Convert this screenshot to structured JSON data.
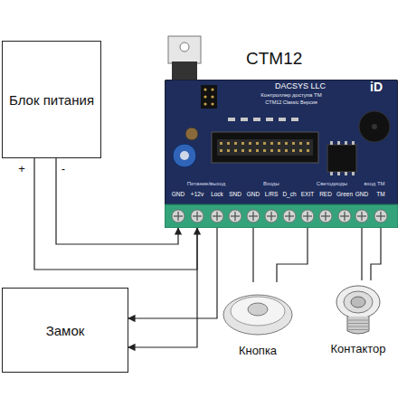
{
  "diagram": {
    "nodes": [
      {
        "text": [
          "Блок питания"
        ]
      },
      {
        "text": [
          "CTM12"
        ]
      },
      {
        "text": [
          "Замок"
        ]
      },
      {
        "text": [
          "Кнопка"
        ]
      },
      {
        "text": [
          "Контактор"
        ]
      }
    ],
    "edges": [
      {
        "from": 0,
        "to": 1,
        "arrow": "to"
      },
      {
        "from": 0,
        "to": 1,
        "arrow": "to"
      },
      {
        "from": 1,
        "to": 2,
        "arrow": "to"
      },
      {
        "from": 1,
        "to": 2,
        "arrow": "to"
      },
      {
        "from": 1,
        "to": 3,
        "arrow": "none"
      },
      {
        "from": 1,
        "to": 3,
        "arrow": "none"
      },
      {
        "from": 1,
        "to": 4,
        "arrow": "none"
      },
      {
        "from": 1,
        "to": 4,
        "arrow": "none"
      }
    ],
    "labels": [
      "+",
      "-",
      "DACSYS LLC",
      "Контроллер доступа ТМ",
      "CTM12 Classic Версия",
      "iD",
      "Питание/выход",
      "Входы",
      "Светодиоды",
      "вход ТМ",
      "GND",
      "+12v",
      "Lock",
      "SND",
      "GND",
      "L/RS",
      "D_ch",
      "EXIT",
      "RED",
      "Green",
      "GND",
      "TM"
    ]
  }
}
